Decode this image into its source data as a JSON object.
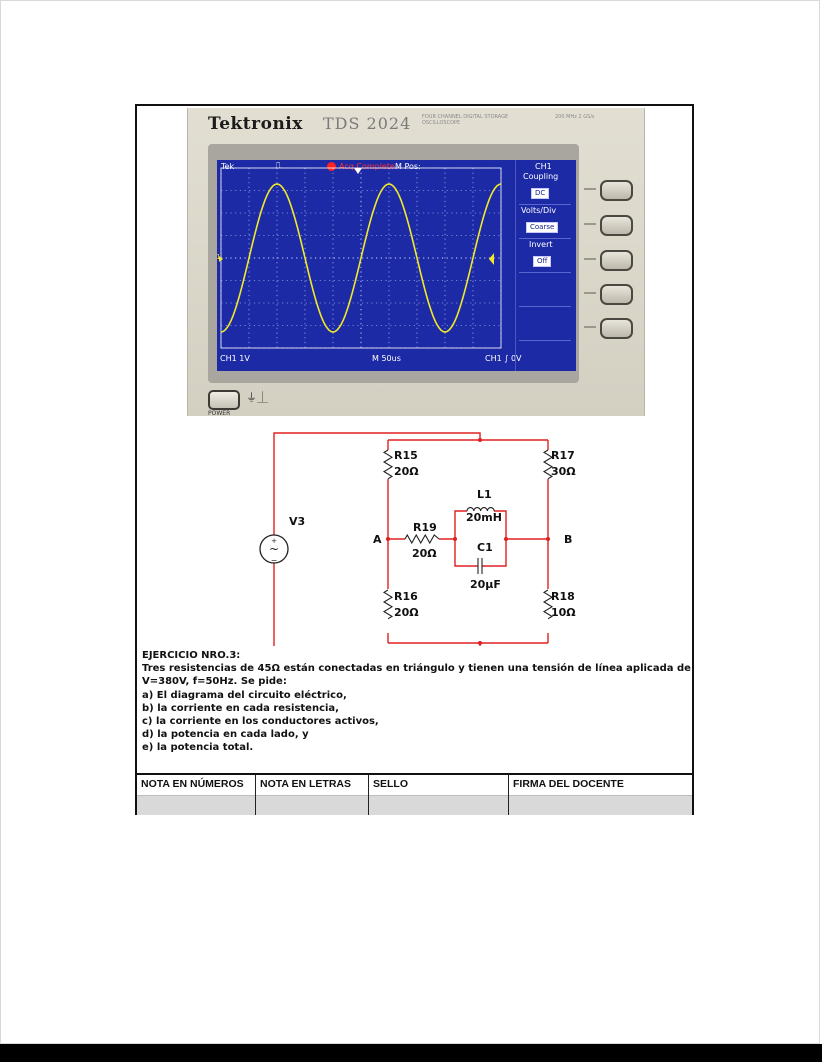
{
  "oscilloscope": {
    "brand": "Tektronix",
    "model": "TDS 2024",
    "model_desc": "FOUR CHANNEL DIGITAL STORAGE OSCILLOSCOPE",
    "bandwidth": "200 MHz 2 GS/s",
    "screen": {
      "brand_short": "Tek",
      "status": "Acq Complete",
      "mode": "M Pos:",
      "channel_scale": "CH1  1V",
      "time_scale": "M 50us",
      "trigger": "CH1 ∫ 0V",
      "ch_marker": "1",
      "trace_color": "#f2e82a",
      "screen_color": "#1d2aa6"
    },
    "side_menu": {
      "channel": "CH1",
      "items": [
        {
          "label": "Coupling",
          "value": "DC"
        },
        {
          "label": "Volts/Div",
          "value": "Coarse"
        },
        {
          "label": "Invert",
          "value": "Off"
        }
      ]
    },
    "power_label": "POWER"
  },
  "circuit": {
    "source": "V3",
    "node_a": "A",
    "node_b": "B",
    "components": [
      {
        "name": "R15",
        "value": "20Ω"
      },
      {
        "name": "R17",
        "value": "30Ω"
      },
      {
        "name": "L1",
        "value": "20mH"
      },
      {
        "name": "R19",
        "value": "20Ω"
      },
      {
        "name": "C1",
        "value": "20µF"
      },
      {
        "name": "R16",
        "value": "20Ω"
      },
      {
        "name": "R18",
        "value": "10Ω"
      }
    ],
    "wire_color": "#e02020"
  },
  "exercise": {
    "title": "EJERCICIO NRO.3:",
    "statement_line1": "Tres resistencias de 45Ω están conectadas en triángulo y tienen una tensión de línea aplicada de",
    "statement_line2": "V=380V, f=50Hz. Se pide:",
    "items": [
      "a) El diagrama del circuito eléctrico,",
      "b) la corriente en cada resistencia,",
      "c) la corriente en los conductores activos,",
      "d) la potencia en cada lado, y",
      "e) la potencia total."
    ]
  },
  "grading": {
    "columns": [
      "NOTA EN NÚMEROS",
      "NOTA EN LETRAS",
      "SELLO",
      "FIRMA DEL DOCENTE"
    ]
  }
}
